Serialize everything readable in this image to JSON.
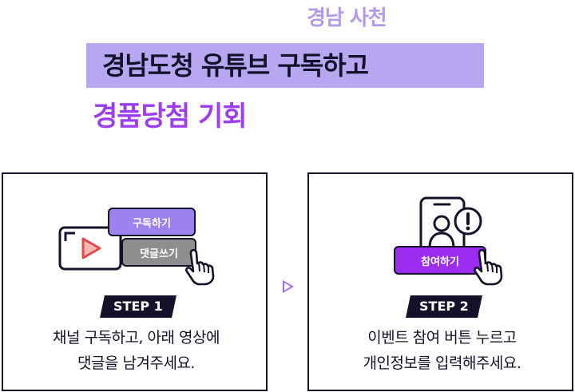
{
  "header": {
    "top_label": "경남 사천",
    "title": "경남도청 유튜브 구독하고",
    "subtitle": "경품당첨 기회"
  },
  "steps": [
    {
      "badge": "STEP 1",
      "pill_top": "구독하기",
      "pill_bottom": "댓글쓰기",
      "desc_line1": "채널 구독하고, 아래 영상에",
      "desc_line2": "댓글을 남겨주세요."
    },
    {
      "badge": "STEP 2",
      "pill": "참여하기",
      "desc_line1": "이벤트 참여 버튼 누르고",
      "desc_line2": "개인정보를 입력해주세요."
    }
  ],
  "colors": {
    "accent_purple": "#9d3df0",
    "light_purple": "#b7a6f0",
    "pill_purple": "#9c82ee",
    "pill_gray": "#8e8e8e",
    "pill_violet": "#9b2cf0",
    "dark": "#14112a"
  },
  "icons": [
    "video-player-icon",
    "hand-pointer-icon",
    "phone-profile-icon",
    "exclamation-icon",
    "play-arrow-icon"
  ]
}
